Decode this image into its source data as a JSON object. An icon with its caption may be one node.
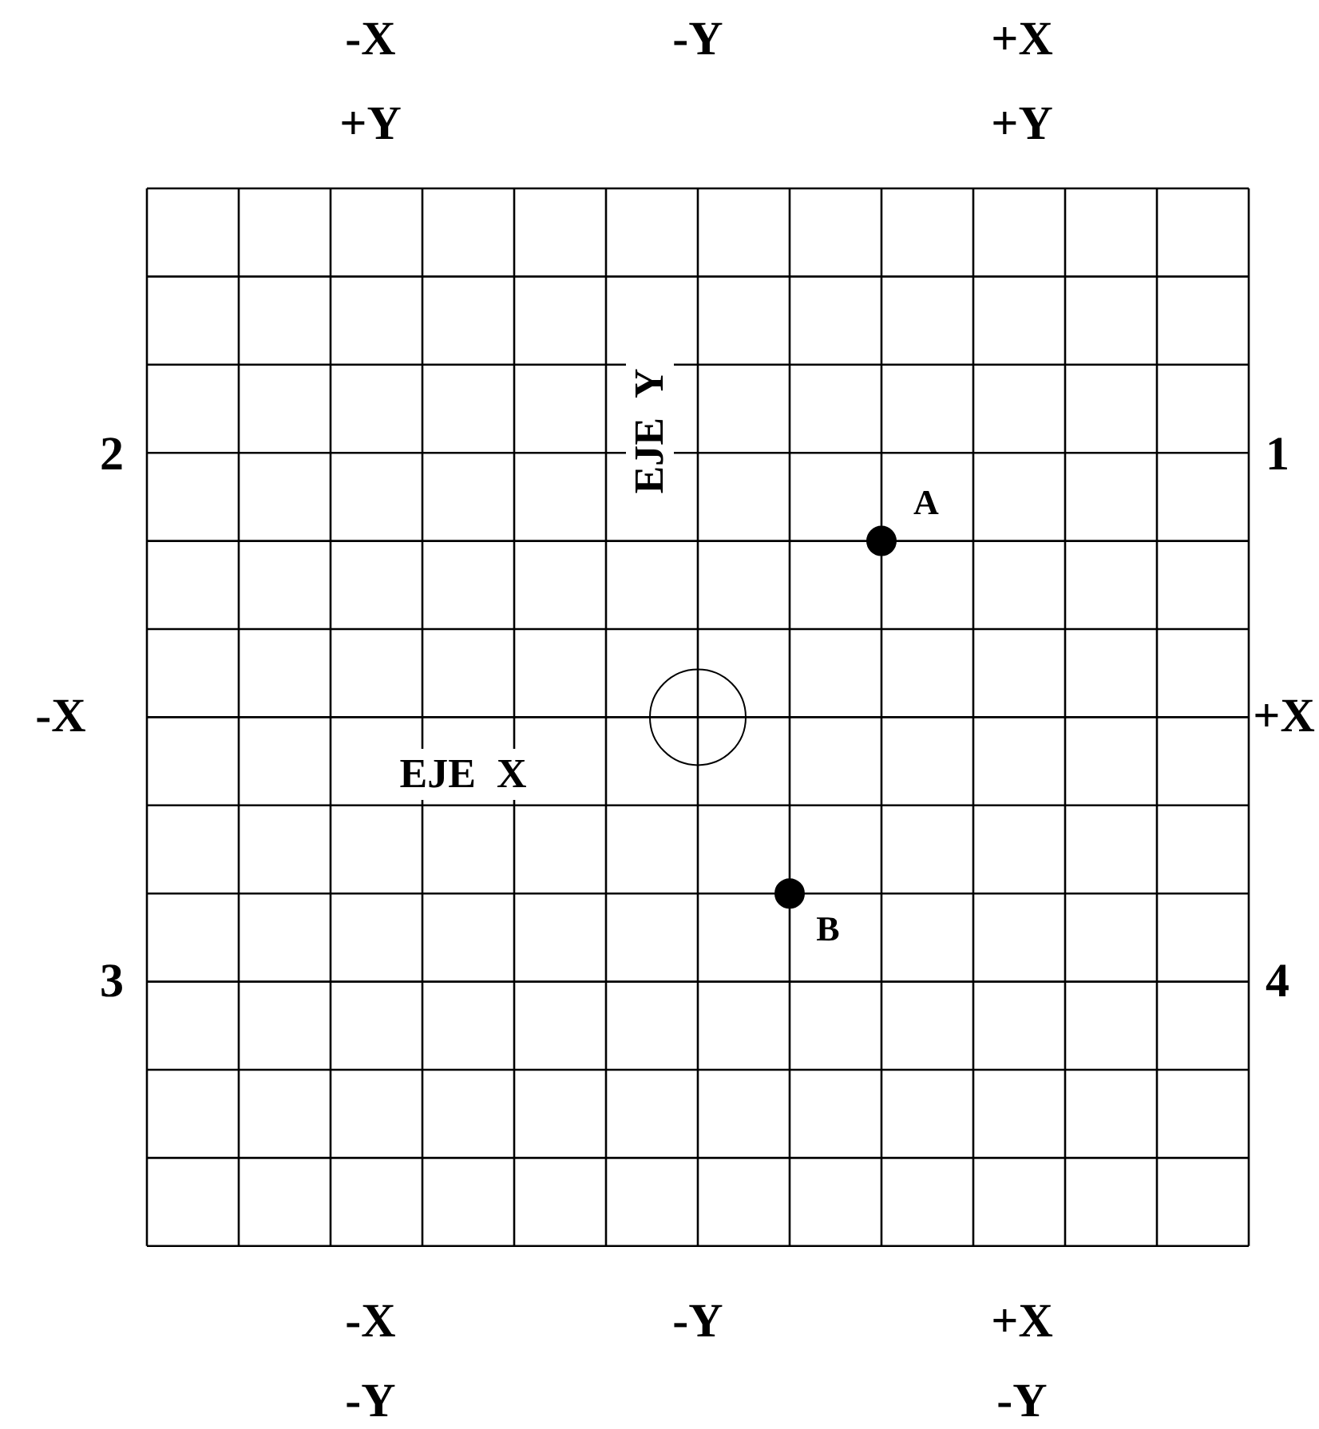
{
  "diagram": {
    "labels": [
      "-X",
      "-Y",
      "+X",
      "+Y",
      "+Y",
      "EJE  Y",
      "2",
      "1",
      "A",
      "-X",
      "+X",
      "EJE  X",
      "B",
      "3",
      "4",
      "-X",
      "-Y",
      "+X",
      "-Y",
      "-Y"
    ]
  }
}
